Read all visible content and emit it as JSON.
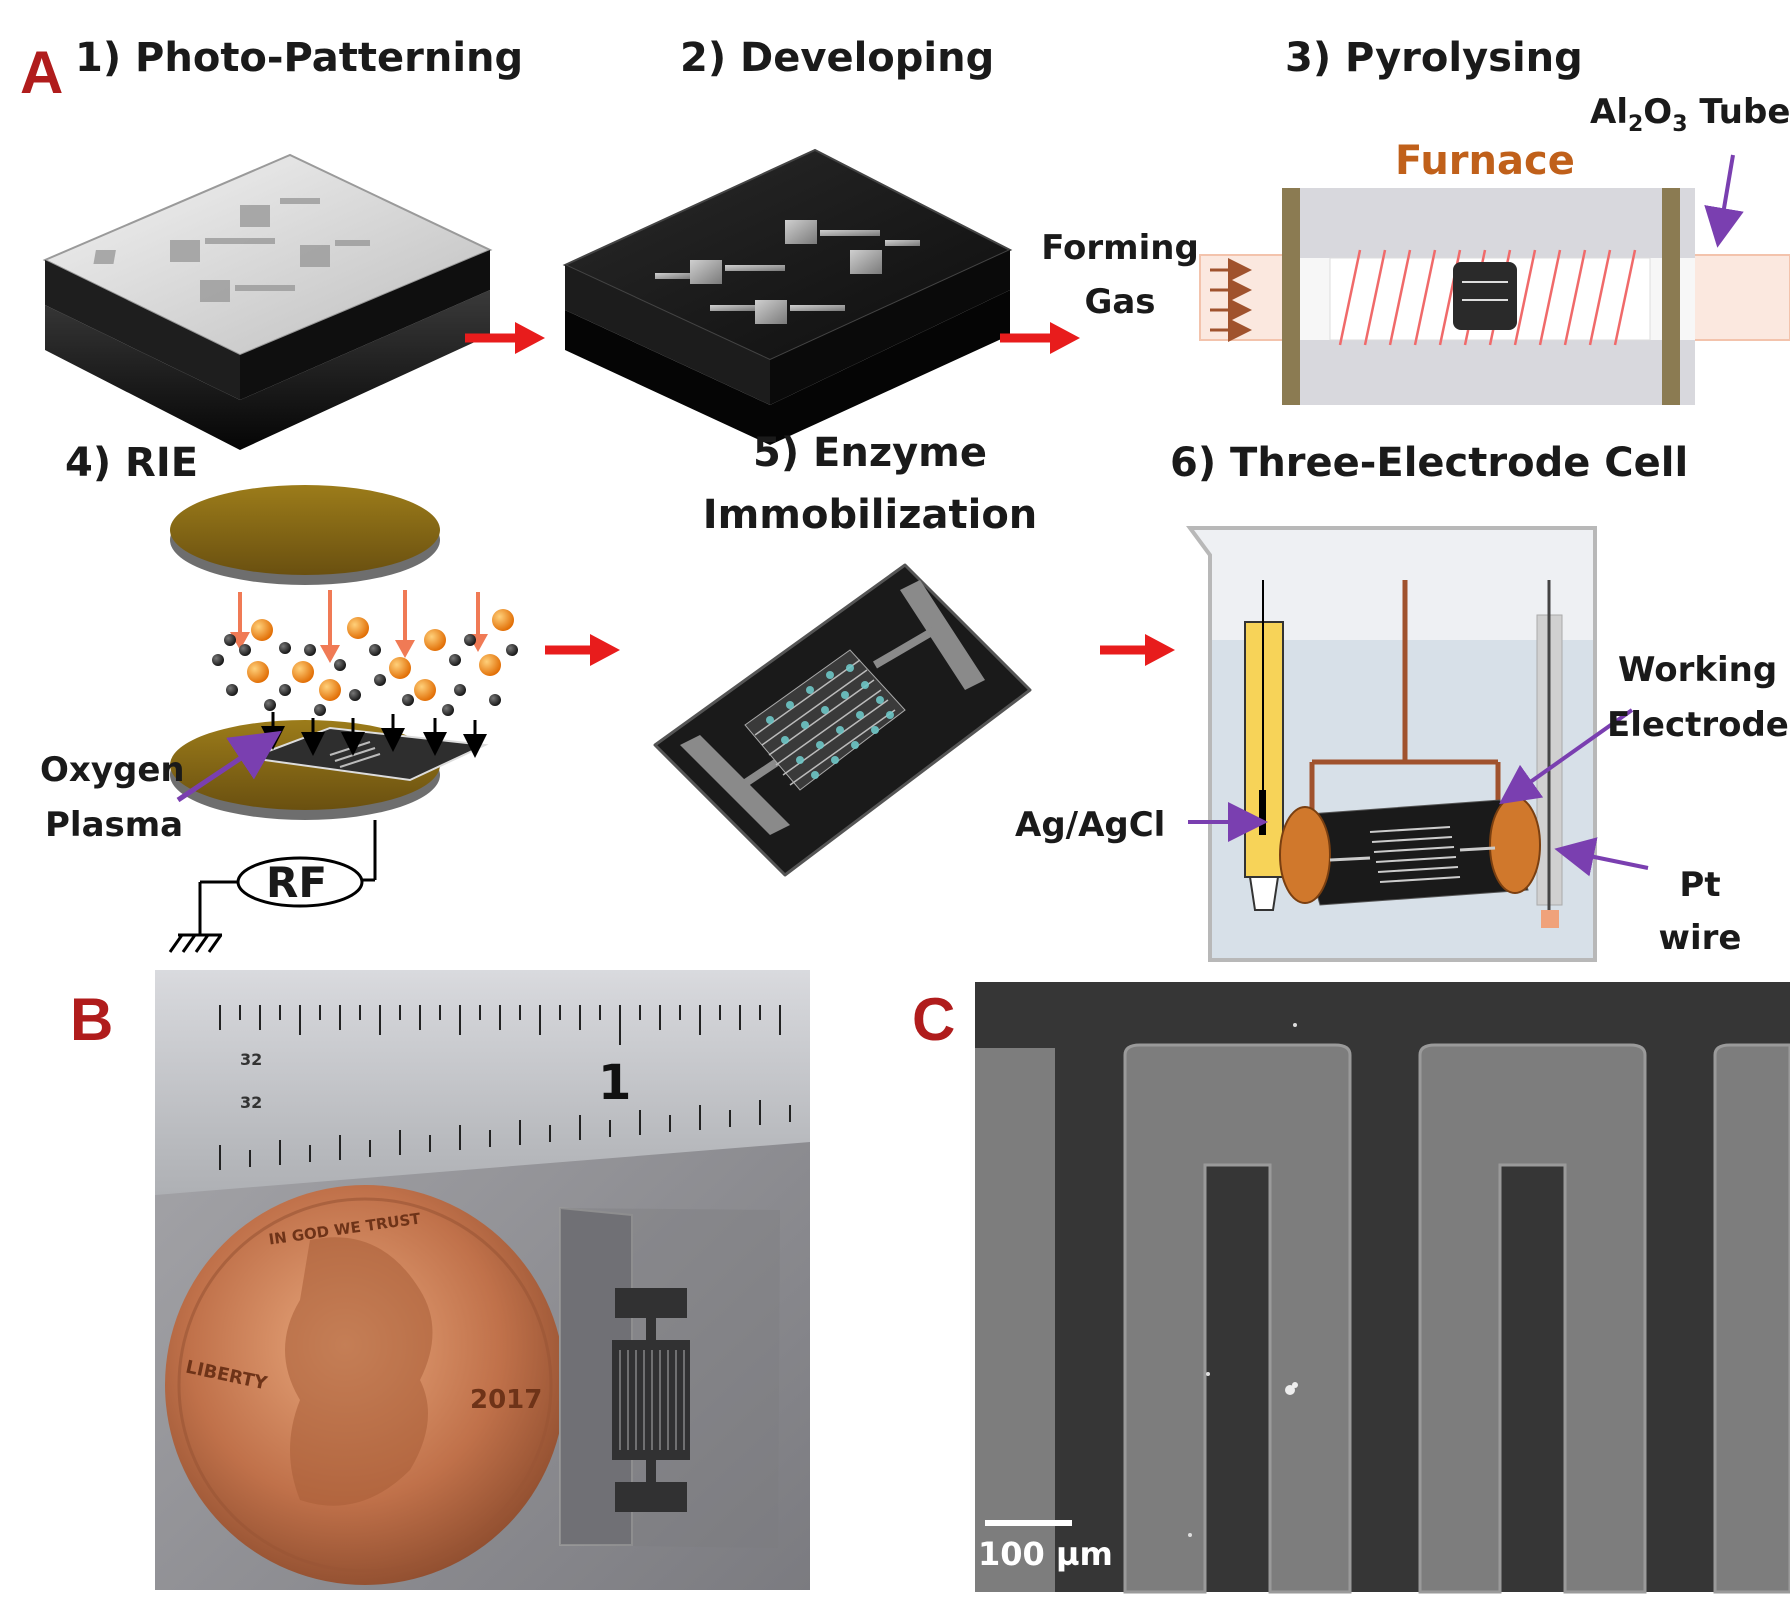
{
  "panels": {
    "A": "A",
    "B": "B",
    "C": "C"
  },
  "steps": {
    "s1": "1) Photo-Patterning",
    "s2": "2) Developing",
    "s3": "3) Pyrolysing",
    "s4": "4) RIE",
    "s5_line1": "5) Enzyme",
    "s5_line2": "Immobilization",
    "s6": "6) Three-Electrode Cell"
  },
  "labels": {
    "furnace": "Furnace",
    "tube_prefix": "Al",
    "tube_sub1": "2",
    "tube_mid": "O",
    "tube_sub2": "3",
    "tube_suffix": " Tube",
    "forming_line1": "Forming",
    "forming_line2": "Gas",
    "oxygen_line1": "Oxygen",
    "oxygen_line2": "Plasma",
    "rf": "RF",
    "working_line1": "Working",
    "working_line2": "Electrode",
    "ref": "Ag/AgCl",
    "pt_line1": "Pt",
    "pt_line2": "wire"
  },
  "photo_b": {
    "ruler_num_a": "32",
    "ruler_num_b": "32",
    "ruler_inch": "1",
    "coin_text_1": "LIBERTY",
    "coin_text_2": "2017",
    "coin_text_3": "IN GOD WE TRUST"
  },
  "sem_c": {
    "scale_bar": "100 µm"
  },
  "colors": {
    "arrow": "#e81c1c",
    "panel_letter": "#b01c1c",
    "furnace_text": "#c0601a",
    "pointer": "#7a3fb0",
    "gold": "#8b6d12",
    "orange": "#f08a1a"
  }
}
